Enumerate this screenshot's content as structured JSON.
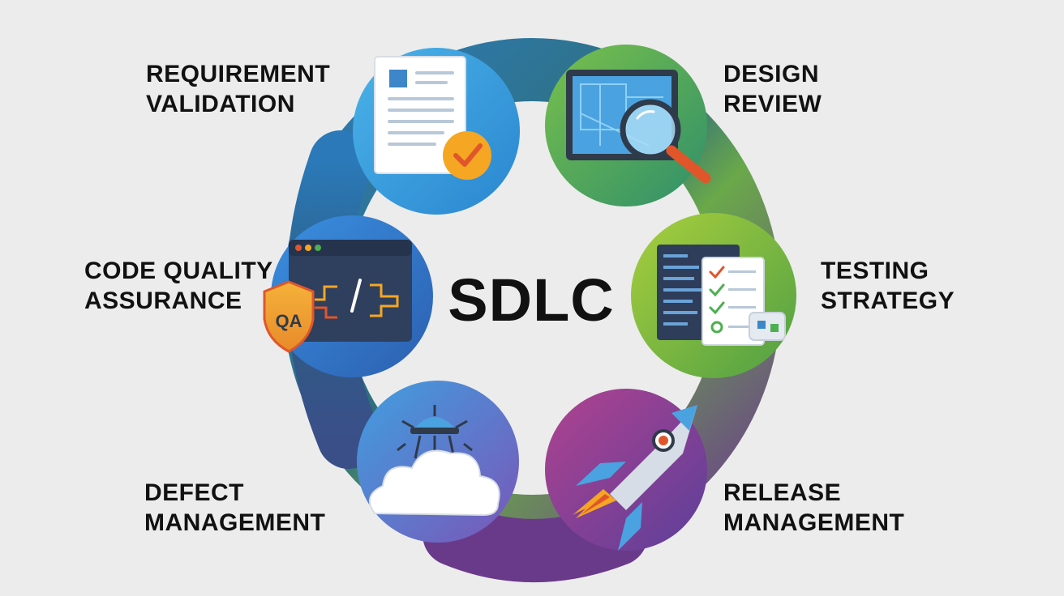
{
  "diagram": {
    "center_title": "SDLC",
    "stages": [
      {
        "id": "requirement-validation",
        "lines": [
          "REQUIREMENT",
          "VALIDATION"
        ],
        "icon": "document-checkmark-icon"
      },
      {
        "id": "design-review",
        "lines": [
          "DESIGN",
          "REVIEW"
        ],
        "icon": "blueprint-magnifier-icon"
      },
      {
        "id": "testing-strategy",
        "lines": [
          "TESTING",
          "STRATEGY"
        ],
        "icon": "test-checklist-icon"
      },
      {
        "id": "release-management",
        "lines": [
          "RELEASE",
          "MANAGEMENT"
        ],
        "icon": "rocket-icon"
      },
      {
        "id": "defect-management",
        "lines": [
          "DEFECT",
          "MANAGEMENT"
        ],
        "icon": "cloud-alarm-icon"
      },
      {
        "id": "code-quality-assurance",
        "lines": [
          "CODE QUALITY",
          "ASSURANCE"
        ],
        "icon": "code-window-qa-shield-icon"
      }
    ],
    "qa_badge": "QA",
    "colors": {
      "background": "#ececec",
      "ring_start": "#2f6fa8",
      "ring_green": "#7cb542",
      "ring_purple": "#6a3a8e",
      "requirement": "#3f9fe0",
      "design": "#5aa94a",
      "testing": "#8cc63f",
      "release": "#9a3f98",
      "defect": "#5b7fd0",
      "code_quality": "#3b7fd0",
      "text": "#111111"
    }
  }
}
